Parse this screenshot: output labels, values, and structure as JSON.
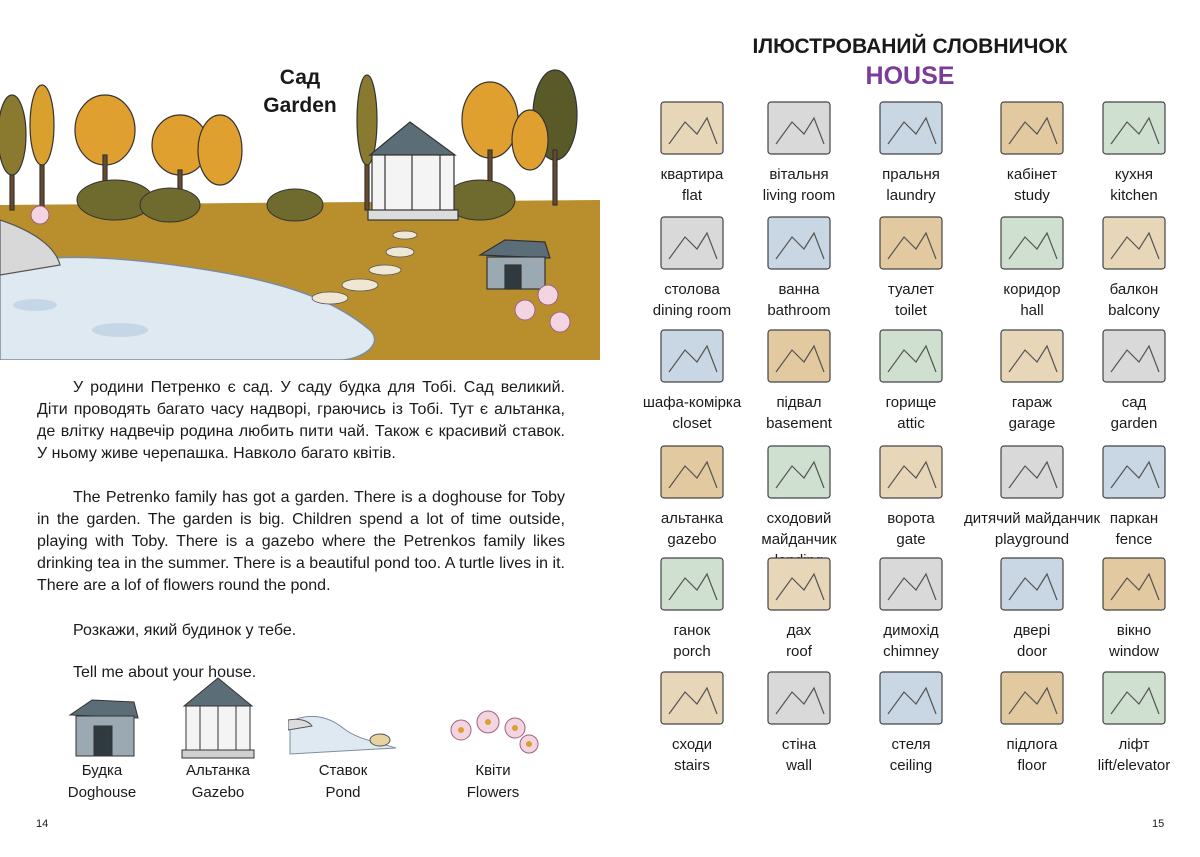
{
  "left_page": {
    "title_uk": "Сад",
    "title_en": "Garden",
    "paragraph_uk": "У родини Петренко є сад. У саду будка для Тобі. Сад великий. Діти проводять багато часу надворі, граючись із Тобі. Тут є альтанка, де влітку надвечір родина любить пити чай. Також є красивий став­ок. У ньому живе черепашка. Навколо багато квітів.",
    "paragraph_en": "The Petrenko family has got a garden. There is a doghouse for Toby in the garden. The garden is big. Children spend a lot of time outside, playing with Toby. There is a gazebo where the Petrenkos family likes drinking tea in the summer. There is a beautiful pond too. A turtle lives in it. There are a lof of flowers round the pond.",
    "prompt_uk": "Розкажи, який будинок у тебе.",
    "prompt_en": "Tell me about your house.",
    "items": [
      {
        "uk": "Будка",
        "en": "Doghouse",
        "icon": "doghouse-icon"
      },
      {
        "uk": "Альтанка",
        "en": "Gazebo",
        "icon": "gazebo-icon"
      },
      {
        "uk": "Ставок",
        "en": "Pond",
        "icon": "pond-icon"
      },
      {
        "uk": "Квіти",
        "en": "Flowers",
        "icon": "flowers-icon"
      }
    ],
    "page_number": "14"
  },
  "right_page": {
    "title": "ІЛЮСТРОВАНИЙ СЛОВНИЧОК",
    "subtitle": "HOUSE",
    "page_number": "15",
    "words": [
      {
        "uk": "квартира",
        "en": "flat"
      },
      {
        "uk": "вітальня",
        "en": "living room"
      },
      {
        "uk": "пральня",
        "en": "laundry"
      },
      {
        "uk": "кабінет",
        "en": "study"
      },
      {
        "uk": "кухня",
        "en": "kitchen"
      },
      {
        "uk": "столова",
        "en": "dining room"
      },
      {
        "uk": "ванна",
        "en": "bathroom"
      },
      {
        "uk": "туалет",
        "en": "toilet"
      },
      {
        "uk": "коридор",
        "en": "hall"
      },
      {
        "uk": "балкон",
        "en": "balcony"
      },
      {
        "uk": "шафа-комірка",
        "en": "closet"
      },
      {
        "uk": "підвал",
        "en": "basement"
      },
      {
        "uk": "горище",
        "en": "attic"
      },
      {
        "uk": "гараж",
        "en": "garage"
      },
      {
        "uk": "сад",
        "en": "garden"
      },
      {
        "uk": "альтанка",
        "en": "gazebo"
      },
      {
        "uk": "сходовий майданчик",
        "en": "landing"
      },
      {
        "uk": "ворота",
        "en": "gate"
      },
      {
        "uk": "дитячий майданчик",
        "en": "playground"
      },
      {
        "uk": "паркан",
        "en": "fence"
      },
      {
        "uk": "ганок",
        "en": "porch"
      },
      {
        "uk": "дах",
        "en": "roof"
      },
      {
        "uk": "димохід",
        "en": "chimney"
      },
      {
        "uk": "двері",
        "en": "door"
      },
      {
        "uk": "вікно",
        "en": "window"
      },
      {
        "uk": "сходи",
        "en": "stairs"
      },
      {
        "uk": "стіна",
        "en": "wall"
      },
      {
        "uk": "стеля",
        "en": "ceiling"
      },
      {
        "uk": "підлога",
        "en": "floor"
      },
      {
        "uk": "ліфт",
        "en": "lift/elevator"
      }
    ]
  },
  "colors": {
    "title_purple": "#7a3c9a",
    "lawn": "#b98f2e",
    "pond": "#dfe9f2",
    "tree_orange": "#e0a030"
  }
}
